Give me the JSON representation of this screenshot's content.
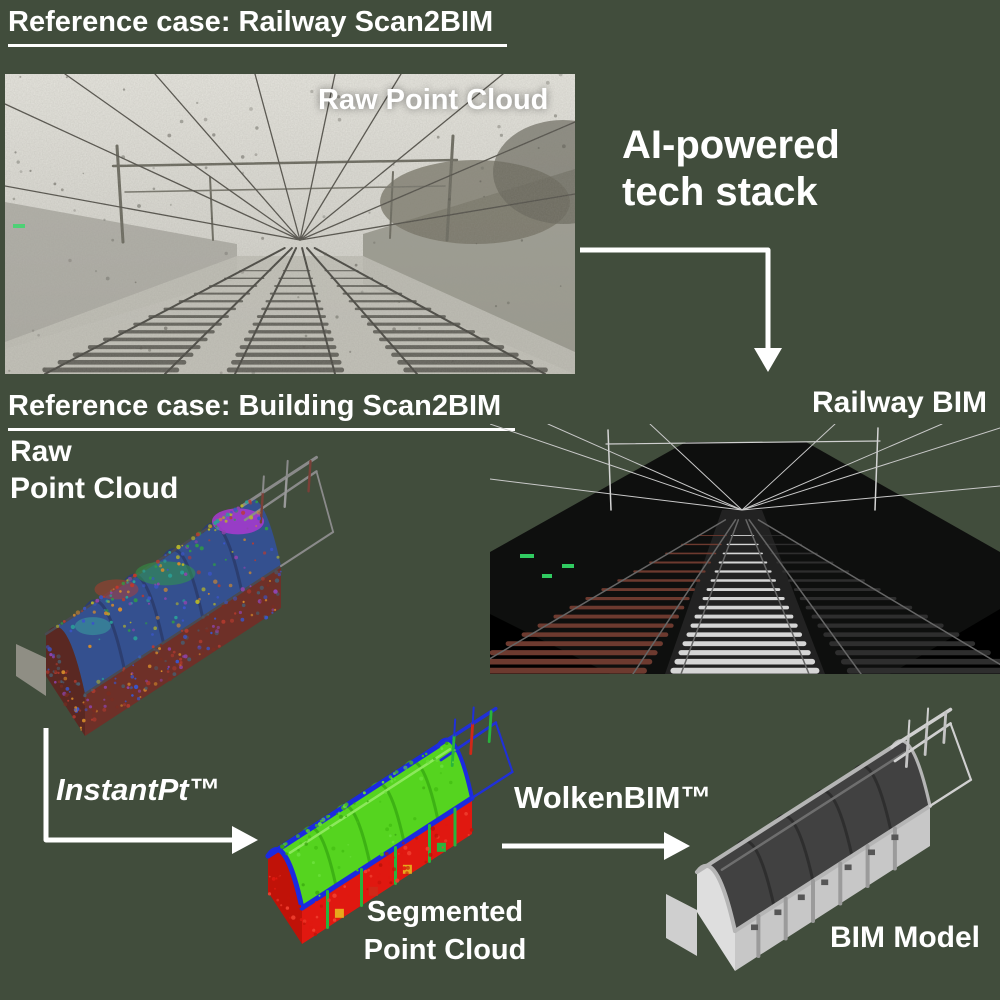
{
  "colors": {
    "background": "#414d3c",
    "text": "#ffffff",
    "arrow": "#ffffff",
    "segmentation_roof": "#55d41f",
    "segmentation_wall": "#e01810",
    "segmentation_beam": "#1b2ae0"
  },
  "railway_case": {
    "header": "Reference case: Railway Scan2BIM",
    "raw_label": "Raw Point Cloud",
    "process_label_line1": "AI-powered",
    "process_label_line2": "tech stack",
    "result_label": "Railway BIM"
  },
  "building_case": {
    "header": "Reference case: Building Scan2BIM",
    "raw_label_line1": "Raw",
    "raw_label_line2": "Point Cloud",
    "tool1_label": "InstantPt™",
    "tool2_label": "WolkenBIM™",
    "segmented_label_line1": "Segmented",
    "segmented_label_line2": "Point Cloud",
    "result_label": "BIM Model"
  }
}
